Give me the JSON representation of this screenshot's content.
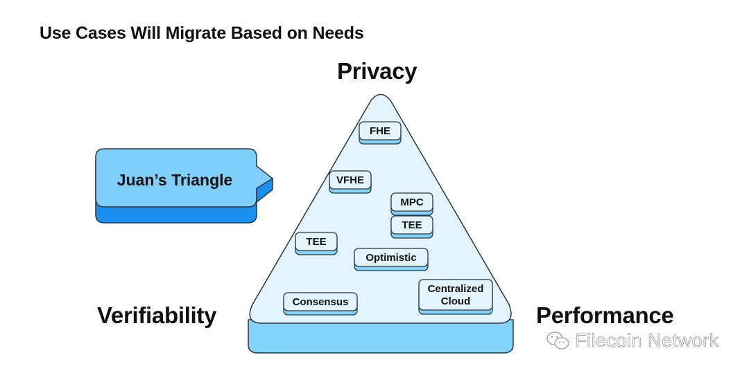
{
  "title": "Use Cases Will Migrate Based on Needs",
  "axes": {
    "top": "Privacy",
    "bottom_left": "Verifiability",
    "bottom_right": "Performance"
  },
  "callout": {
    "label": "Juan’s Triangle"
  },
  "chips": [
    {
      "id": "fhe",
      "label": "FHE"
    },
    {
      "id": "vfhe",
      "label": "VFHE"
    },
    {
      "id": "mpc",
      "label": "MPC"
    },
    {
      "id": "tee-right",
      "label": "TEE"
    },
    {
      "id": "tee-left",
      "label": "TEE"
    },
    {
      "id": "optimistic",
      "label": "Optimistic"
    },
    {
      "id": "consensus",
      "label": "Consensus"
    },
    {
      "id": "centralized-cloud",
      "label": [
        "Centralized",
        "Cloud"
      ]
    }
  ],
  "watermark": {
    "label": "Filecoin Network",
    "icon": "wechat-icon"
  },
  "colors": {
    "face_light": "#e3f4fc",
    "side_light": "#84d3fb",
    "callout_face": "#80cffb",
    "callout_side": "#1a8ff0",
    "stroke": "#2a3540"
  }
}
